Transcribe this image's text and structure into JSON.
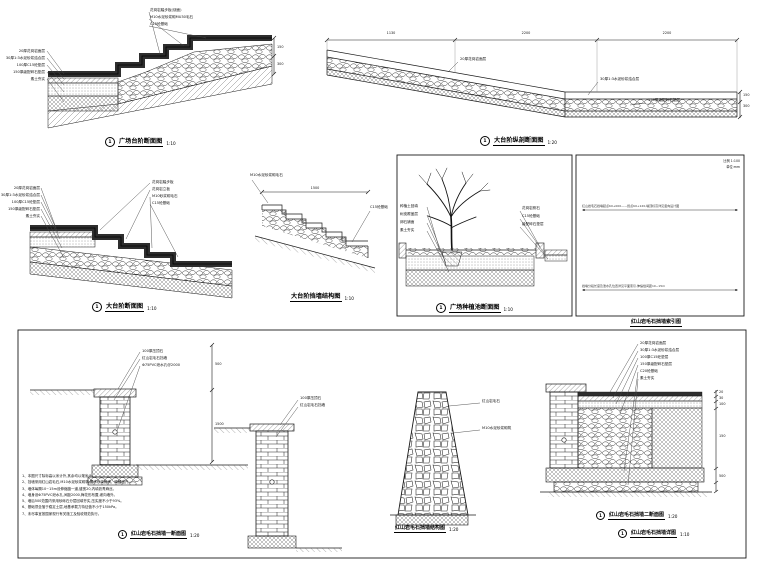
{
  "page": {
    "background": "#ffffff",
    "line_color": "#1a1a1a",
    "dark_fill": "#2e2e2e"
  },
  "drawings": {
    "plaza_steps": {
      "title_num": "1",
      "title": "广场台阶断面图",
      "scale": "1:10",
      "callouts_left": [
        "20厚花岗岩面层",
        "30厚1:3水泥砂浆结合层",
        "100厚C15砼垫层",
        "150厚级配碎石垫层",
        "素土夯实"
      ],
      "callouts_top": [
        "花岗岩踏步板(烧面)",
        "M10水泥砂浆砌MU30毛石",
        "C15砼基础"
      ],
      "dims_right": [
        "150",
        "300"
      ]
    },
    "long_section": {
      "title_num": "1",
      "title": "大台阶纵剖断面图",
      "scale": "1:20",
      "dims_top": [
        "1130",
        "2200",
        "2200"
      ],
      "callouts": [
        "20厚花岗岩面层",
        "30厚1:3水泥砂浆结合层",
        "150厚级配碎石垫层"
      ],
      "dims_right": [
        "150",
        "300"
      ]
    },
    "marble_steps": {
      "title_num": "1",
      "title": "大台阶断面图",
      "scale": "1:10",
      "callouts_left": [
        "20厚花岗岩面层",
        "30厚1:3水泥砂浆结合层",
        "100厚C15砼垫层",
        "150厚级配碎石垫层",
        "素土夯实"
      ],
      "callouts_right": [
        "花岗岩踏步板",
        "花岗岩立板",
        "M10砂浆砌毛石",
        "C15砼基础"
      ]
    },
    "step_structure": {
      "title": "大台阶挡墙结构图",
      "scale": "1:10",
      "callouts": [
        "M10水泥砂浆砌毛石",
        "C15砼基础"
      ],
      "dim": "1500"
    },
    "planter": {
      "title_num": "1",
      "title": "广场种植池断面图",
      "scale": "1:10",
      "callouts_left": [
        "种植土回填",
        "树皮覆盖层",
        "卵石铺面",
        "素土夯实"
      ],
      "callouts_right": [
        "花岗岩侧石",
        "C15砼基础",
        "级配碎石垫层"
      ]
    },
    "index": {
      "title": "红山岩毛石挡墙索引图",
      "corner_note": [
        "比例 1:100",
        "单位:mm"
      ],
      "row1": "红山岩毛石挡墙起点K0+000——终点K0+120,墙顶标高详见竖向设计图",
      "row2": "挡墙分段长度及泄水孔位置详见平面索引,伸缩缝间距10~15m"
    },
    "wall_one": {
      "title_num": "1",
      "title": "红山岩毛石挡墙一断面图",
      "scale": "1:20",
      "callouts": [
        "100厚压顶石",
        "红山岩毛石挡墙",
        "Φ75PVC泄水孔@2000"
      ],
      "callouts2": [
        "100厚压顶石",
        "红山岩毛石挡墙"
      ],
      "dims": [
        "500",
        "1500"
      ]
    },
    "wall_structure": {
      "title": "红山岩毛石挡墙结构图",
      "scale": "1:20",
      "callouts": [
        "红山岩毛石",
        "M10水泥砂浆砌筑"
      ]
    },
    "wall_two": {
      "title_num": "1",
      "title": "红山岩毛石挡墙二断面图",
      "scale": "1:20",
      "detail_title_num": "1",
      "detail_title": "红山岩毛石挡墙详图",
      "detail_scale": "1:10",
      "callouts_right": [
        "20厚花岗岩面层",
        "30厚1:3水泥砂浆结合层",
        "100厚C15砼垫层",
        "150厚级配碎石垫层",
        "C20砼基础",
        "素土夯实"
      ],
      "dims_right": [
        "20",
        "30",
        "100",
        "150",
        "500"
      ]
    }
  },
  "notes": {
    "lines": [
      "1、本图尺寸除标高以米计外,其余均以毫米计。",
      "2、挡墙采用红山岩毛石,M10水泥砂浆砌筑,要求砂浆饱满、砌缝错开。",
      "3、墙体每隔10~15m设伸缩缝一道,缝宽20,内填沥青麻丝。",
      "4、墙身设Φ75PVC泄水孔,间距2000,梅花形布置,坡向墙外。",
      "5、墙后500范围内采用砂砾石分层回填夯实,压实度不小于93%。",
      "6、基础须坐落于稳定土层,地基承载力特征值不小于150kPa。",
      "7、未尽事宜按国家现行有关施工及验收规范执行。"
    ]
  }
}
